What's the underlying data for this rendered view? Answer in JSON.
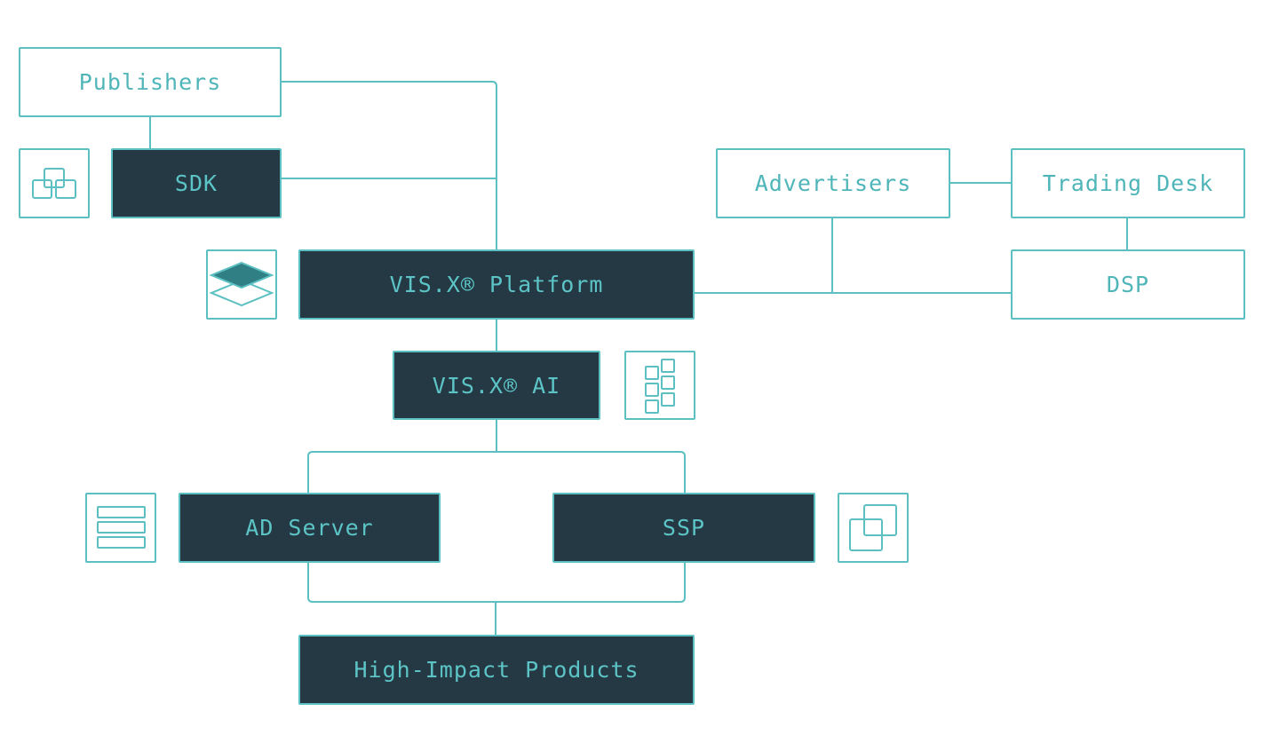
{
  "nodes": {
    "publishers": "Publishers",
    "sdk": "SDK",
    "platform": "VIS.X® Platform",
    "ai": "VIS.X® AI",
    "ad_server": "AD Server",
    "ssp": "SSP",
    "high_impact": "High-Impact Products",
    "advertisers": "Advertisers",
    "trading_desk": "Trading Desk",
    "dsp": "DSP"
  },
  "icons": {
    "sdk": "overlapping-squares-icon",
    "platform": "layers-icon",
    "ai": "grid-blocks-icon",
    "ad_server": "server-stack-icon",
    "ssp": "overlapping-windows-icon"
  },
  "colors": {
    "accent": "#5cbfc1",
    "dark_fill": "#243943",
    "text_light": "#4fb5b8"
  }
}
